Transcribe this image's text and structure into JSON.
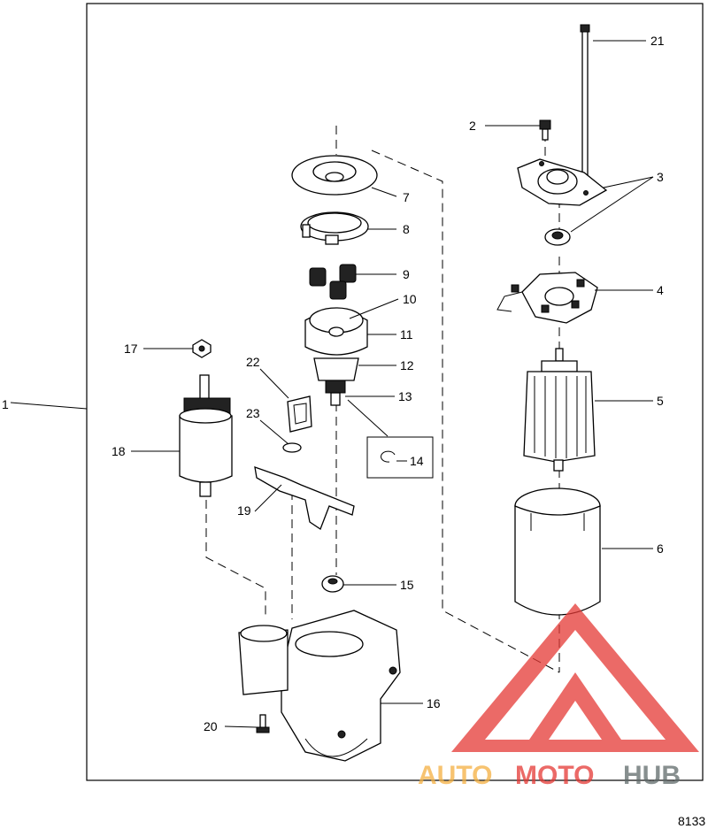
{
  "callouts": {
    "c1": "1",
    "c2": "2",
    "c3": "3",
    "c4": "4",
    "c5": "5",
    "c6": "6",
    "c7": "7",
    "c8": "8",
    "c9": "9",
    "c10": "10",
    "c11": "11",
    "c12": "12",
    "c13": "13",
    "c14": "14",
    "c15": "15",
    "c16": "16",
    "c17": "17",
    "c18": "18",
    "c19": "19",
    "c20": "20",
    "c21": "21",
    "c22": "22",
    "c23": "23"
  },
  "figure_number": "8133",
  "watermark": {
    "part_auto": "AUTO",
    "part_moto": "MOTO",
    "part_hub": "HUB",
    "colors": {
      "auto": "#f5b041",
      "moto": "#e53935",
      "hub": "#5f6a6a"
    }
  }
}
